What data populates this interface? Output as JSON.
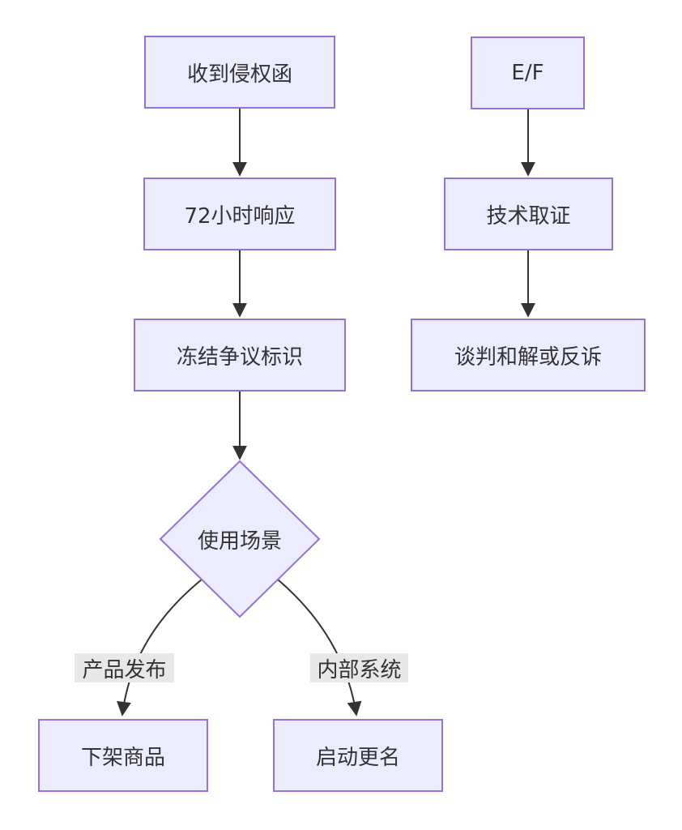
{
  "diagram": {
    "type": "flowchart",
    "colors": {
      "background": "#ffffff",
      "node_fill": "#ECECFF",
      "node_border": "#9370DB",
      "edge_color": "#333333",
      "text_color": "#333333",
      "edge_label_bg": "#e8e8e8"
    },
    "nodes": {
      "receive_letter": "收到侵权函",
      "respond_72h": "72小时响应",
      "freeze_mark": "冻结争议标识",
      "usage_scenario": "使用场景",
      "remove_product": "下架商品",
      "start_rename": "启动更名",
      "ef": "E/F",
      "tech_forensics": "技术取证",
      "settlement_or_countersuit": "谈判和解或反诉"
    },
    "edge_labels": {
      "product_release": "产品发布",
      "internal_system": "内部系统"
    }
  }
}
